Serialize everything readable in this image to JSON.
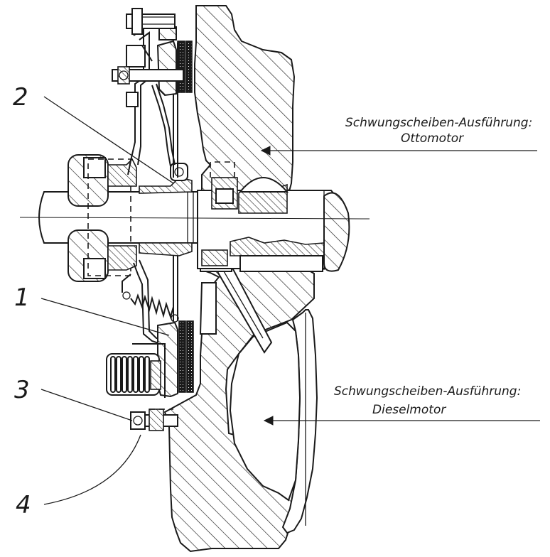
{
  "callouts": {
    "n1": "1",
    "n2": "2",
    "n3": "3",
    "n4": "4"
  },
  "annotations": {
    "otto_line1": "Schwungscheiben-Ausführung:",
    "otto_line2": "Ottomotor",
    "diesel_line1": "Schwungscheiben-Ausführung:",
    "diesel_line2": "Dieselmotor"
  }
}
